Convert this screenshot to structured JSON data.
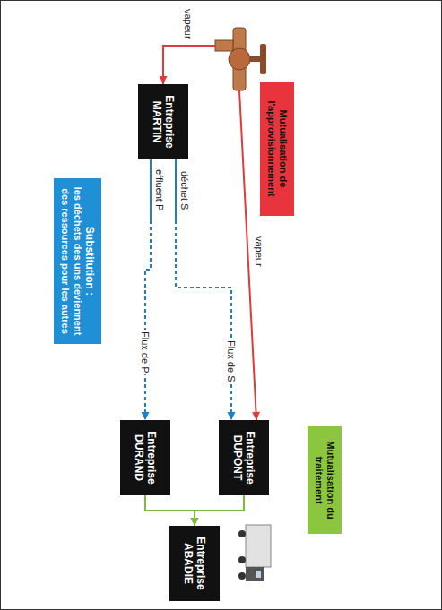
{
  "diagram": {
    "nodes": [
      {
        "text": [
          "Mutualisation de l'approvisionnement"
        ]
      },
      {
        "text": [
          "Entreprise MARTIN"
        ]
      },
      {
        "text": [
          "Entreprise DUPONT"
        ]
      },
      {
        "text": [
          "Entreprise DURAND"
        ]
      },
      {
        "text": [
          "Entreprise ABADIE"
        ]
      },
      {
        "text": [
          "Mutualisation du traitement"
        ]
      },
      {
        "text": [
          "Substitution :",
          "les déchets des uns deviennent des ressources pour les autres"
        ]
      }
    ],
    "edges": [
      {
        "from": 1,
        "to": 2,
        "arrow": "to",
        "label": "déchet S"
      },
      {
        "from": 1,
        "to": 3,
        "arrow": "to",
        "label": "effluent P"
      },
      {
        "from": 2,
        "to": 4,
        "arrow": "to"
      },
      {
        "from": 3,
        "to": 4,
        "arrow": "to"
      }
    ],
    "labels": [
      "vapeur",
      "vapeur",
      "Flux de S",
      "Flux de P"
    ]
  }
}
